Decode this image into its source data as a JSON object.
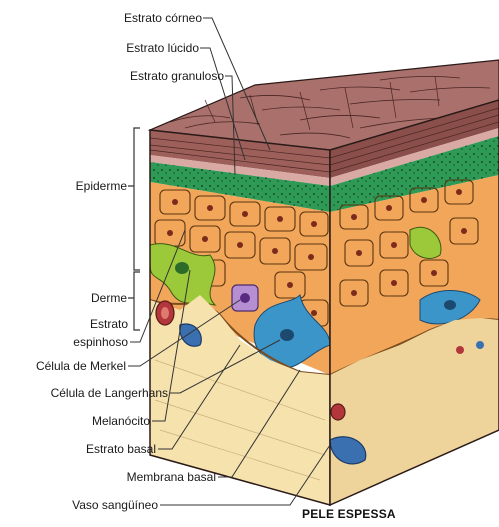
{
  "diagram": {
    "title": "PELE ESPESSA",
    "labels": {
      "estrato_corneo": "Estrato córneo",
      "estrato_lucido": "Estrato lúcido",
      "estrato_granuloso": "Estrato granuloso",
      "epiderme": "Epiderme",
      "derme": "Derme",
      "estrato_espinhoso_1": "Estrato",
      "estrato_espinhoso_2": "espinhoso",
      "celula_merkel": "Célula de Merkel",
      "celula_langerhans": "Célula de Langerhans",
      "melanocito": "Melanócito",
      "estrato_basal": "Estrato basal",
      "membrana_basal": "Membrana basal",
      "vaso_sanguineo": "Vaso sangüíneo"
    },
    "colors": {
      "corneo": "#a9706c",
      "corneo_side": "#8a4f4a",
      "granuloso": "#2f9a55",
      "espinhoso": "#f2a65a",
      "melanocito": "#9bc93a",
      "langerhans": "#3c95c9",
      "merkel": "#b58fd1",
      "derme": "#f6e2ad",
      "vaso": "#3a6fb0",
      "vaso_red": "#b3373a"
    }
  }
}
